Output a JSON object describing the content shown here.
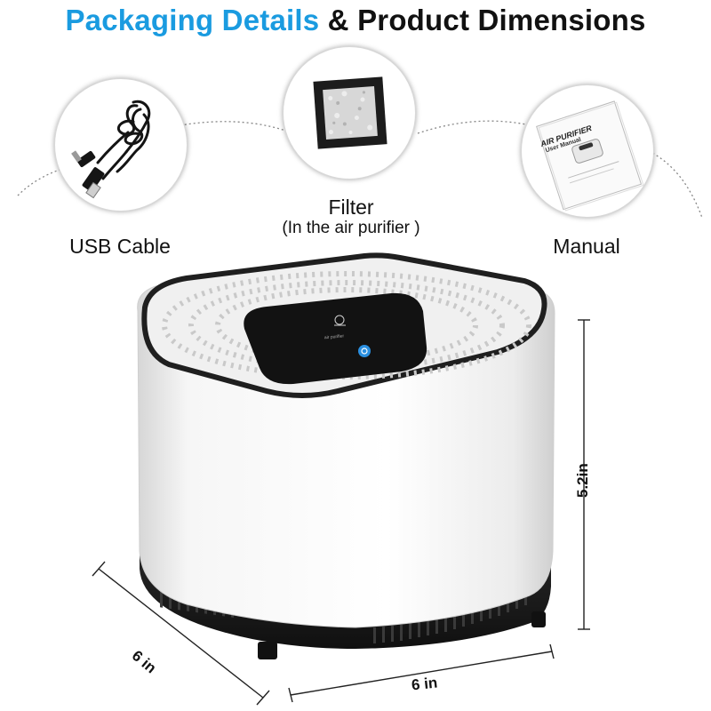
{
  "header": {
    "title_part1": "Packaging Details",
    "title_part2": "& Product Dimensions"
  },
  "accessories": [
    {
      "label": "USB Cable",
      "icon": "usb-cable-icon"
    },
    {
      "label": "Filter",
      "sublabel": "(In the air purifier )",
      "icon": "filter-icon"
    },
    {
      "label": "Manual",
      "icon": "manual-icon",
      "manual_title": "AIR PURIFIER",
      "manual_subtitle": "User Manual"
    }
  ],
  "product": {
    "depth_label": "6 in",
    "width_label": "6 in",
    "height_label": "5.2in"
  },
  "colors": {
    "accent": "#1a9be0",
    "body": "#f4f4f4",
    "base": "#1c1c1c",
    "panel": "#111111",
    "power_button": "#2a8fe0"
  }
}
